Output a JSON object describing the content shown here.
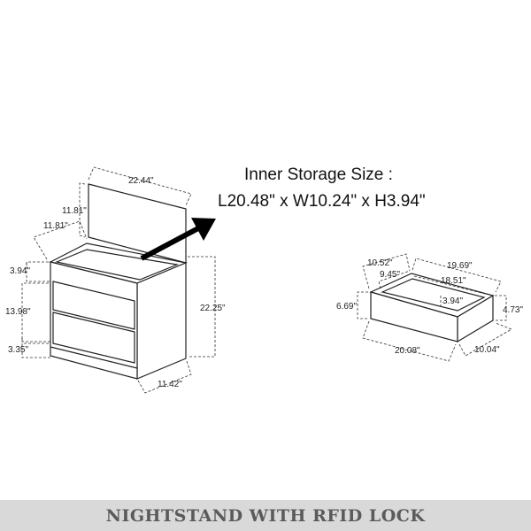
{
  "inner_storage": {
    "title": "Inner Storage Size :",
    "dims": "L20.48\" x W10.24\" x H3.94\""
  },
  "nightstand_dims": {
    "top_width": "22.44\"",
    "back_height": "11.81\"",
    "side_depth": "11.81\"",
    "top_gap": "3.94\"",
    "drawer_height": "13.98\"",
    "base_height": "3.35\"",
    "total_height": "22.25\"",
    "bottom_depth": "11.42\""
  },
  "drawer_dims": {
    "outer_depth": "10.52\"",
    "inner_depth": "9.45\"",
    "outer_width": "19.69\"",
    "inner_width": "18.51\"",
    "inner_height": "3.94\"",
    "front_height": "6.69\"",
    "side_height": "4.73\"",
    "front_width": "20.08\"",
    "side_depth": "10.04\""
  },
  "banner": {
    "text": "NIGHTSTAND WITH RFID LOCK"
  }
}
